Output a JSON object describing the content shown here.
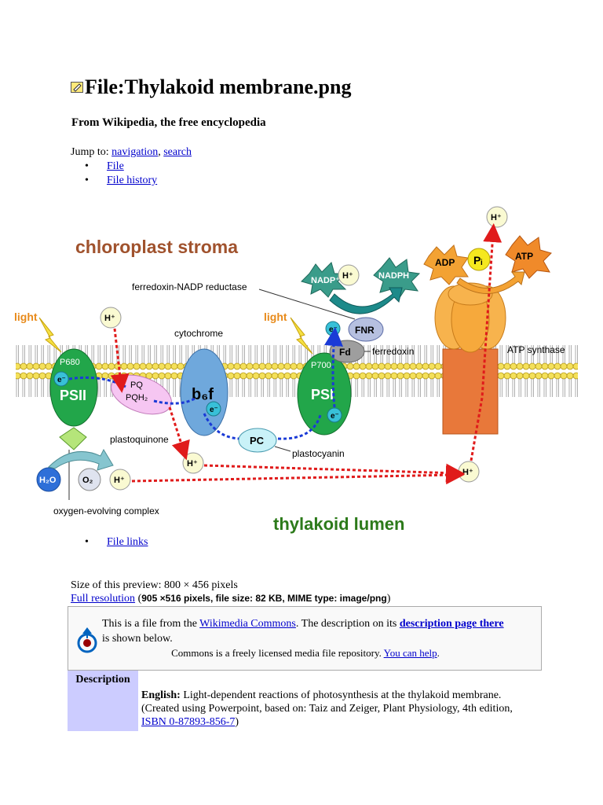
{
  "header": {
    "title": "File:Thylakoid membrane.png",
    "subtitle": "From Wikipedia, the free encyclopedia"
  },
  "jump": {
    "prefix": "Jump to: ",
    "navigation": "navigation",
    "separator": ", ",
    "search": "search"
  },
  "tabs": {
    "file": "File",
    "history": "File history",
    "links": "File links"
  },
  "diagram": {
    "stroma": "chloroplast stroma",
    "lumen": "thylakoid lumen",
    "light": "light",
    "hplus": "H⁺",
    "fnr_name": "ferredoxin-NADP reductase",
    "cytochrome": "cytochrome",
    "atp_synthase": "ATP synthase",
    "ferredoxin": "ferredoxin",
    "plastoquinone": "plastoquinone",
    "plastocyanin": "plastocyanin",
    "oec": "oxygen-evolving complex",
    "p680": "P680",
    "p700": "P700",
    "psii": "PSII",
    "psi": "PSI",
    "pq": "PQ",
    "pqh2": "PQH₂",
    "b6f": "b₆f",
    "pc": "PC",
    "fnr": "FNR",
    "fd": "Fd",
    "e": "e⁻",
    "nadp": "NADP⁺",
    "nadph": "NADPH",
    "adp": "ADP",
    "pi": "Pᵢ",
    "atp": "ATP",
    "h2o": "H₂O",
    "o2": "O₂"
  },
  "info": {
    "size_preview": "Size of this preview: 800 × 456 pixels",
    "full_res_link": "Full resolution",
    "full_res_meta_open": " (",
    "full_res_meta": "905 ×516 pixels, file size: 82 KB, MIME type: image/png",
    "full_res_meta_close": ")"
  },
  "commons": {
    "text1": "This is a file from the ",
    "link1": "Wikimedia Commons",
    "text2": ". The description on its ",
    "link2": "description page there",
    "text3": "is shown below.",
    "text4": "Commons is a freely licensed media file repository. ",
    "link3": "You can help",
    "text5": "."
  },
  "description": {
    "header": "Description",
    "lang": "English:",
    "text": " Light-dependent reactions of photosynthesis at the thylakoid membrane. (Created using Powerpoint, based on: Taiz and Zeiger, Plant Physiology, 4th edition, ",
    "isbn": "ISBN 0-87893-856-7",
    "close": ")"
  },
  "colors": {
    "link": "#0000cc",
    "desc_bg": "#ccccff",
    "psii": "#22a64a",
    "b6f": "#6fa8dc",
    "pq": "#f6c6f2",
    "pc": "#c9f2f8",
    "fd": "#9e9e9e",
    "fnr": "#b6c0e0",
    "atp_orange": "#f08a2a"
  }
}
